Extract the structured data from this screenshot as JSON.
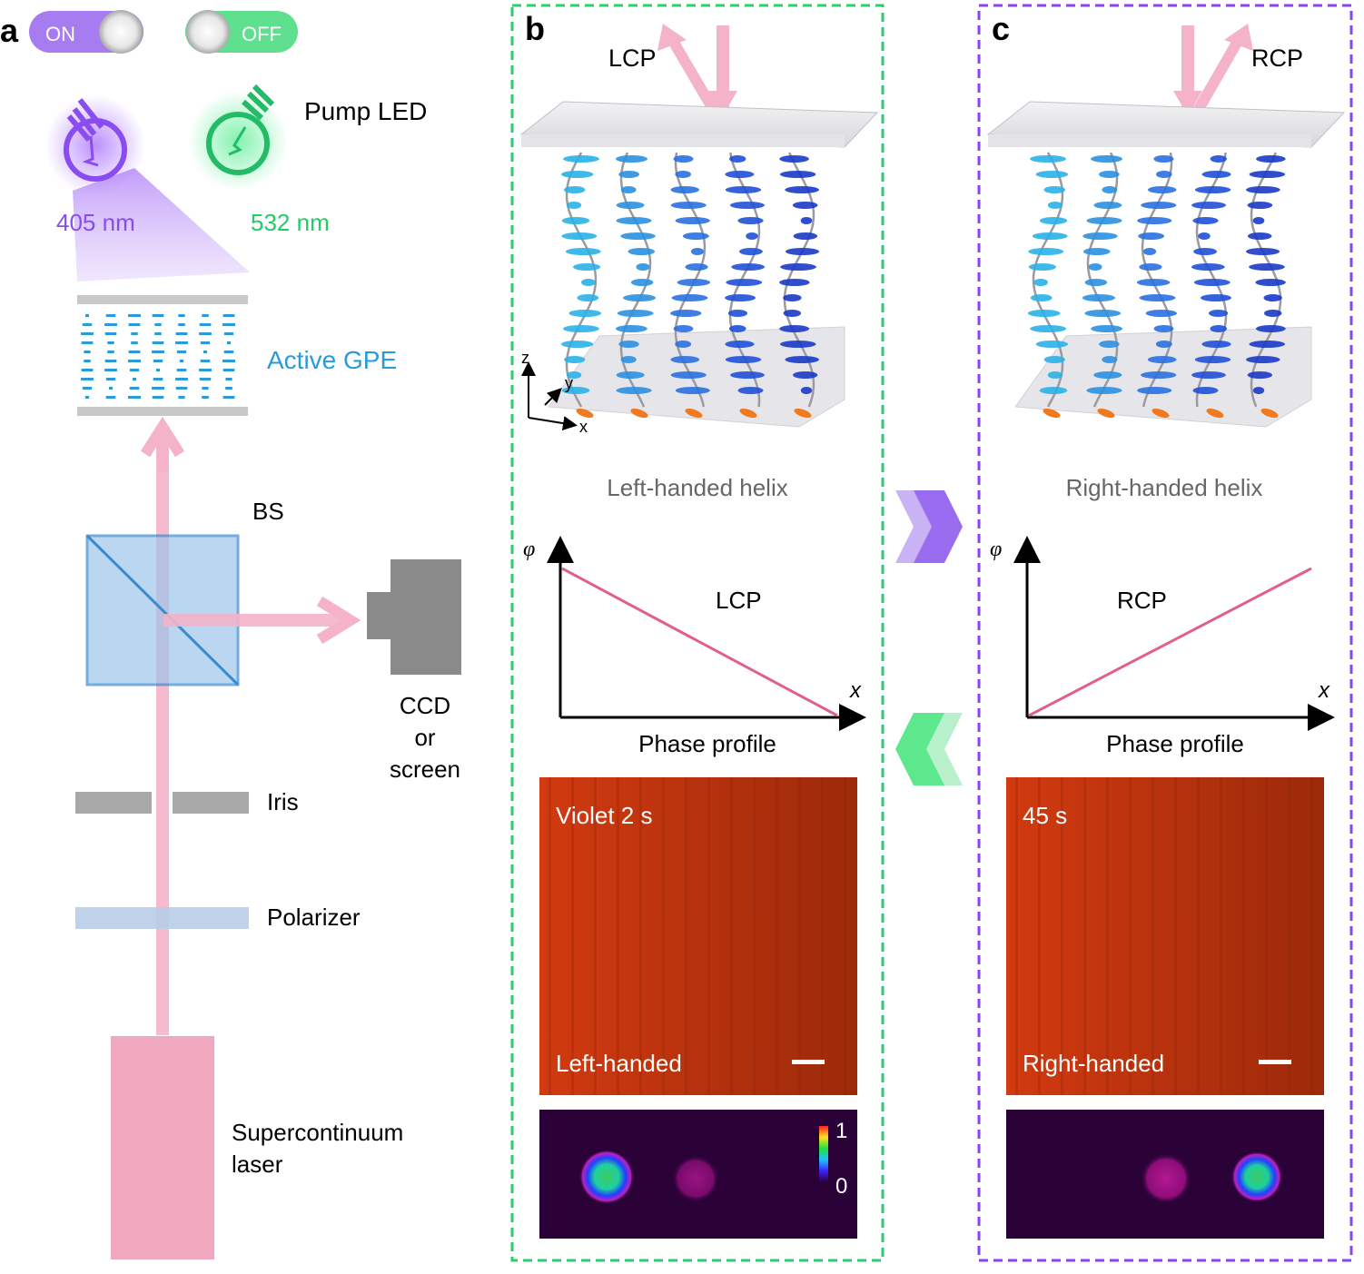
{
  "panel_a": {
    "letter": "a",
    "toggle_on_label": "ON",
    "toggle_off_label": "OFF",
    "pump_led_label": "Pump LED",
    "wavelength_violet": "405 nm",
    "wavelength_green": "532 nm",
    "active_gpe_label": "Active GPE",
    "bs_label": "BS",
    "ccd_line1": "CCD",
    "ccd_line2": "or",
    "ccd_line3": "screen",
    "iris_label": "Iris",
    "polarizer_label": "Polarizer",
    "laser_line1": "Supercontinuum",
    "laser_line2": "laser"
  },
  "panel_b": {
    "letter": "b",
    "beam_label": "LCP",
    "axis_z": "z",
    "axis_y": "y",
    "axis_x": "x",
    "helix_caption": "Left-handed helix",
    "plot_y_symbol": "φ",
    "plot_x_symbol": "x",
    "plot_curve_label": "LCP",
    "plot_caption": "Phase profile",
    "micro_time": "Violet 2 s",
    "micro_caption": "Left-handed",
    "colorbar_max": "1",
    "colorbar_min": "0"
  },
  "panel_c": {
    "letter": "c",
    "beam_label": "RCP",
    "helix_caption": "Right-handed helix",
    "plot_y_symbol": "φ",
    "plot_x_symbol": "x",
    "plot_curve_label": "RCP",
    "plot_caption": "Phase profile",
    "micro_time": "45 s",
    "micro_caption": "Right-handed"
  },
  "colors": {
    "violet": "#8a4cf0",
    "green": "#22cc66",
    "gpe_blue": "#2a9ad8",
    "beam_pink": "#f4b3c8",
    "phase_line": "#e0608a",
    "frame_b": "#2ecc71",
    "frame_c": "#8844ee"
  }
}
